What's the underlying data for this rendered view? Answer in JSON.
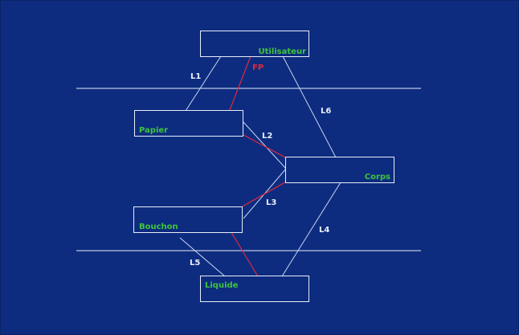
{
  "colors": {
    "background": "#0d2c80",
    "box_stroke": "#e8eef8",
    "box_label": "#3ec53a",
    "link": "#c7d4ee",
    "link_label": "#e8eef8",
    "fp_path": "#e0283c"
  },
  "boxes": {
    "utilisateur": "Utilisateur",
    "papier": "Papier",
    "corps": "Corps",
    "bouchon": "Bouchon",
    "liquide": "Liquide"
  },
  "links": {
    "l1": "L1",
    "l2": "L2",
    "l3": "L3",
    "l4": "L4",
    "l5": "L5",
    "l6": "L6"
  },
  "fp_label": "FP"
}
